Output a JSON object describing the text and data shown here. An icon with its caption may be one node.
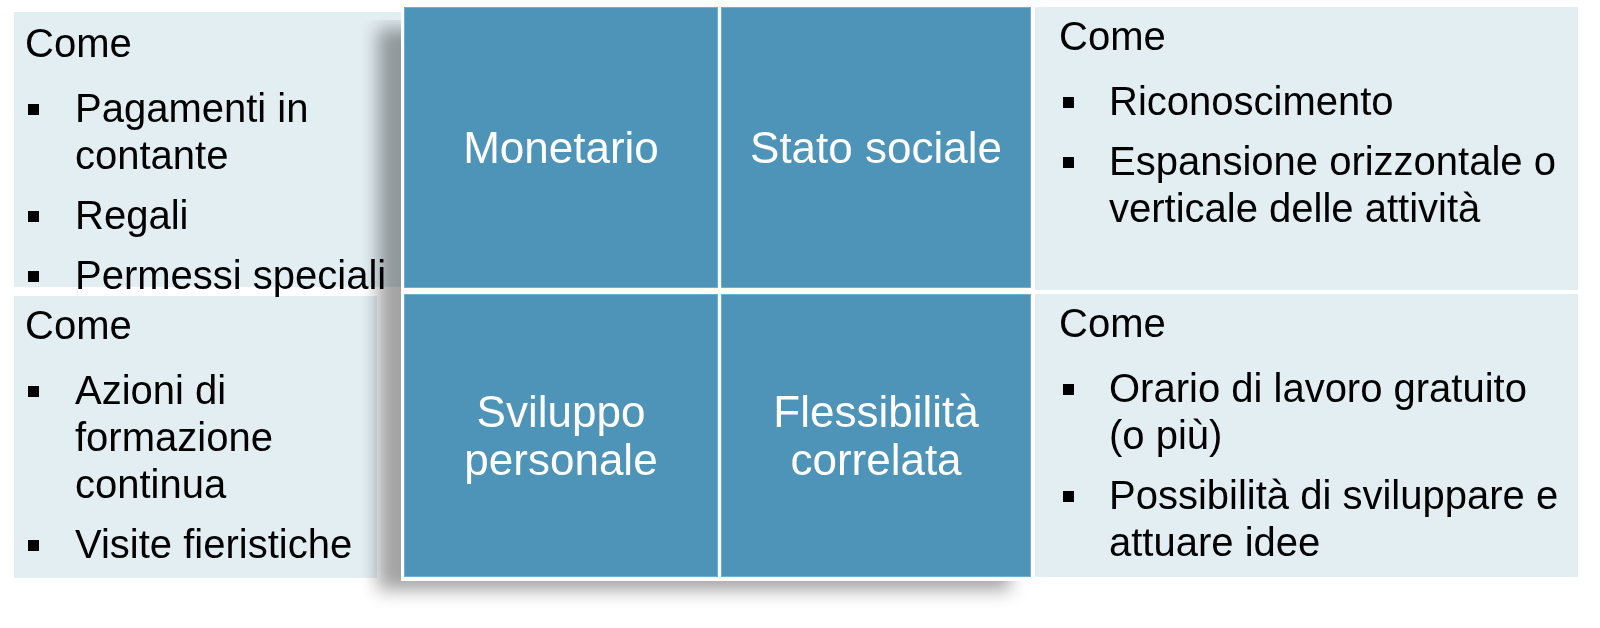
{
  "diagram": {
    "nodes": [
      {
        "text": [
          "Come",
          "Pagamenti in contante",
          "Regali",
          "Permessi speciali"
        ]
      },
      {
        "text": [
          "Monetario"
        ]
      },
      {
        "text": [
          "Stato sociale"
        ]
      },
      {
        "text": [
          "Come",
          "Riconoscimento",
          "Espansione orizzontale o verticale delle attività"
        ]
      },
      {
        "text": [
          "Come",
          "Azioni di formazione continua",
          "Visite fieristiche"
        ]
      },
      {
        "text": [
          "Sviluppo personale"
        ]
      },
      {
        "text": [
          "Flessibilità correlata"
        ]
      },
      {
        "text": [
          "Come",
          "Orario di lavoro gratuito (o più)",
          "Possibilità di sviluppare e attuare idee"
        ]
      }
    ]
  }
}
